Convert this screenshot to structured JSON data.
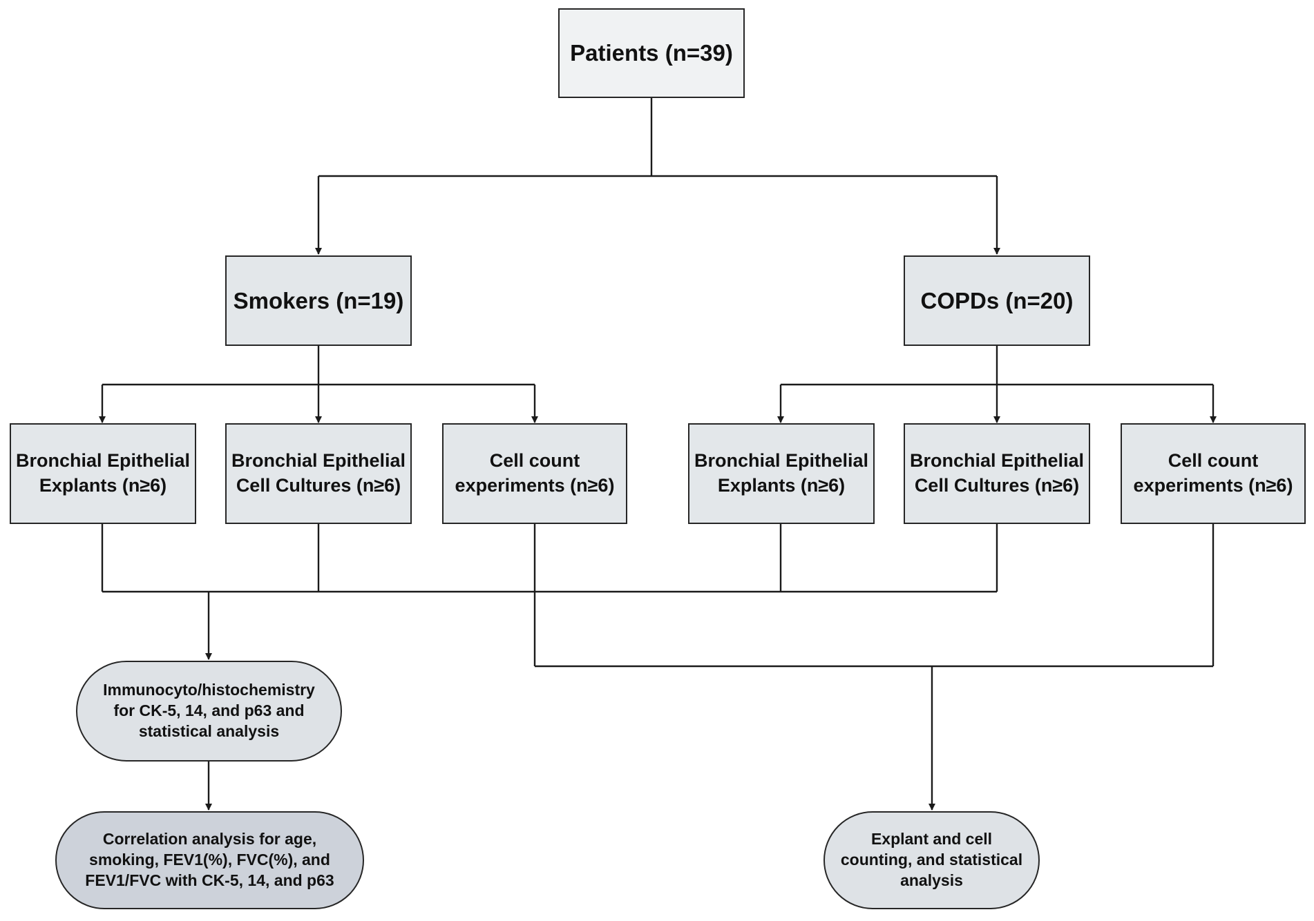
{
  "diagram": {
    "root": "Patients (n=39)",
    "smokers": "Smokers (n=19)",
    "copd": "COPDs (n=20)",
    "smokers_children": {
      "explants": [
        "Bronchial Epithelial",
        "Explants (n≥6)"
      ],
      "cultures": [
        "Bronchial Epithelial",
        "Cell Cultures (n≥6)"
      ],
      "counts": [
        "Cell count",
        "experiments (n≥6)"
      ]
    },
    "copd_children": {
      "explants": [
        "Bronchial Epithelial",
        "Explants (n≥6)"
      ],
      "cultures": [
        "Bronchial Epithelial",
        "Cell Cultures (n≥6)"
      ],
      "counts": [
        "Cell count",
        "experiments (n≥6)"
      ]
    },
    "immuno": [
      "Immunocyto/histochemistry",
      "for CK-5, 14, and p63 and",
      "statistical analysis"
    ],
    "correlation": [
      "Correlation analysis for age,",
      "smoking, FEV1(%), FVC(%), and",
      "FEV1/FVC with CK-5, 14, and p63"
    ],
    "explant_counting": [
      "Explant and cell",
      "counting, and statistical",
      "analysis"
    ]
  }
}
